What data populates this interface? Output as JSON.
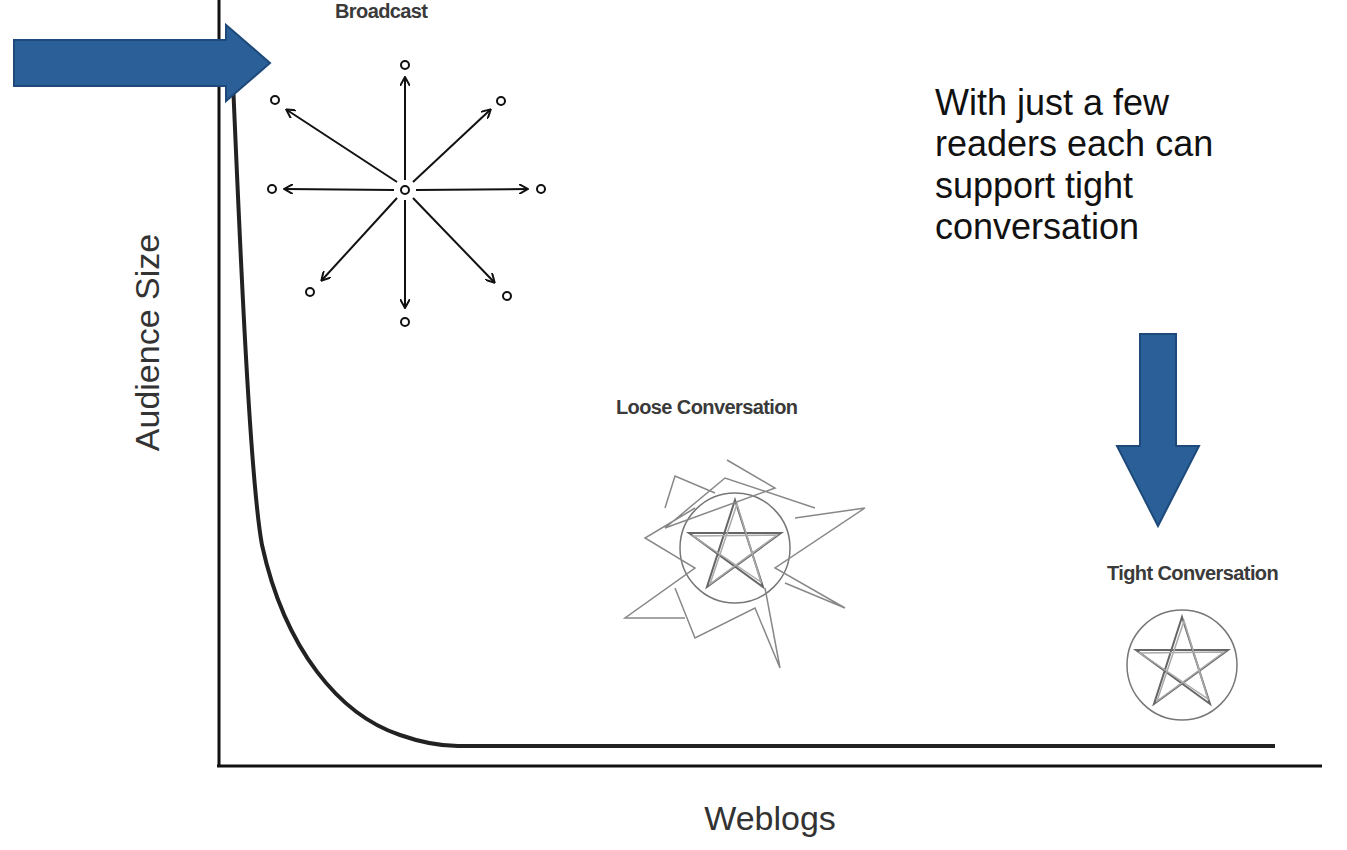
{
  "diagram": {
    "labels": [
      "Broadcast",
      "Loose Conversation",
      "Tight Conversation",
      "Audience Size",
      "Weblogs",
      "With just a few readers each can support tight conversation"
    ]
  }
}
